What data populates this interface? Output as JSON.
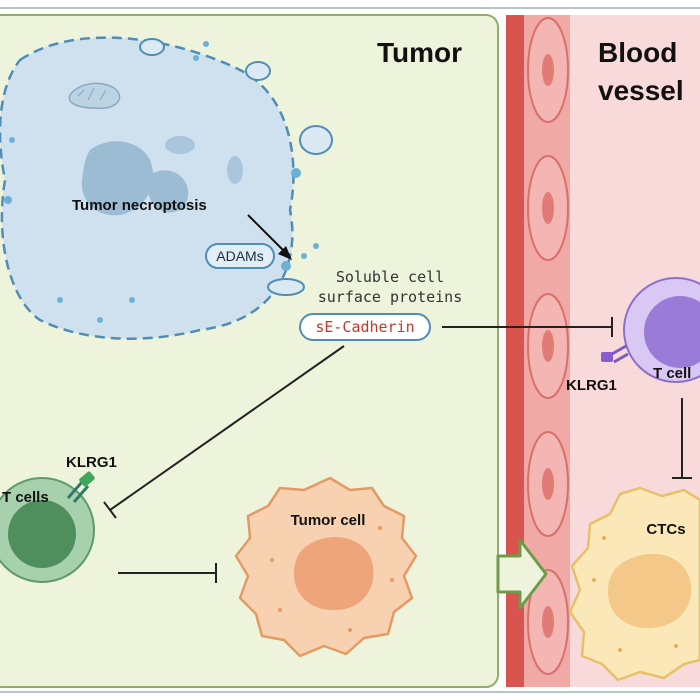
{
  "regions": {
    "tumor": "Tumor",
    "blood_line1": "Blood",
    "blood_line2": "vessel"
  },
  "labels": {
    "necroptosis": "Tumor necroptosis",
    "adams": "ADAMs",
    "soluble_line1": "Soluble cell",
    "soluble_line2": "surface proteins",
    "secadherin": "sE-Cadherin",
    "klrg1_left": "KLRG1",
    "tcells_left": "T cells",
    "tumor_cell": "Tumor cell",
    "klrg1_right": "KLRG1",
    "tcell_right": "T cell",
    "ctcs": "CTCs"
  },
  "colors": {
    "tumor_bg": "#eef4dc",
    "tumor_border": "#8fae6f",
    "blood_bg": "#f9dadb",
    "vessel_wall": "#d9534f",
    "necrotic_cell": "#cfe1ee",
    "tcell_green": "#7fb58a",
    "tumor_cell": "#f5c4a0",
    "ctc": "#f7e2a8",
    "tcell_purple": "#b79be6"
  }
}
